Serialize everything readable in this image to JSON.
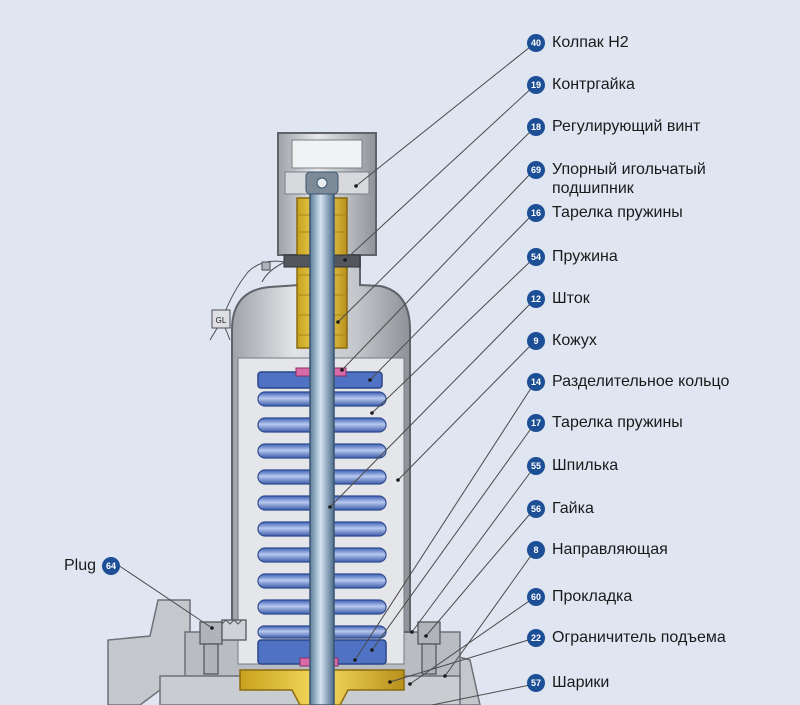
{
  "callouts": [
    {
      "num": "40",
      "label": "Колпак H2"
    },
    {
      "num": "19",
      "label": "Контргайка"
    },
    {
      "num": "18",
      "label": "Регулирующий винт"
    },
    {
      "num": "69",
      "label": "Упорный игольчатый\nподшипник"
    },
    {
      "num": "16",
      "label": "Тарелка пружины"
    },
    {
      "num": "54",
      "label": "Пружина"
    },
    {
      "num": "12",
      "label": "Шток"
    },
    {
      "num": "9",
      "label": "Кожух"
    },
    {
      "num": "14",
      "label": "Разделительное кольцо"
    },
    {
      "num": "17",
      "label": "Тарелка пружины"
    },
    {
      "num": "55",
      "label": "Шпилька"
    },
    {
      "num": "56",
      "label": "Гайка"
    },
    {
      "num": "8",
      "label": "Направляющая"
    },
    {
      "num": "60",
      "label": "Прокладка"
    },
    {
      "num": "22",
      "label": "Ограничитель подъема"
    },
    {
      "num": "57",
      "label": "Шарики"
    }
  ],
  "plug": {
    "label": "Plug",
    "num": "64"
  },
  "seal_tag": "GL",
  "colors": {
    "background": "#dfe6f2",
    "badge": "#1d4f96",
    "spring": "#5a7ed0",
    "bronze": "#e6c23a",
    "housing": "#c7c9cd"
  }
}
